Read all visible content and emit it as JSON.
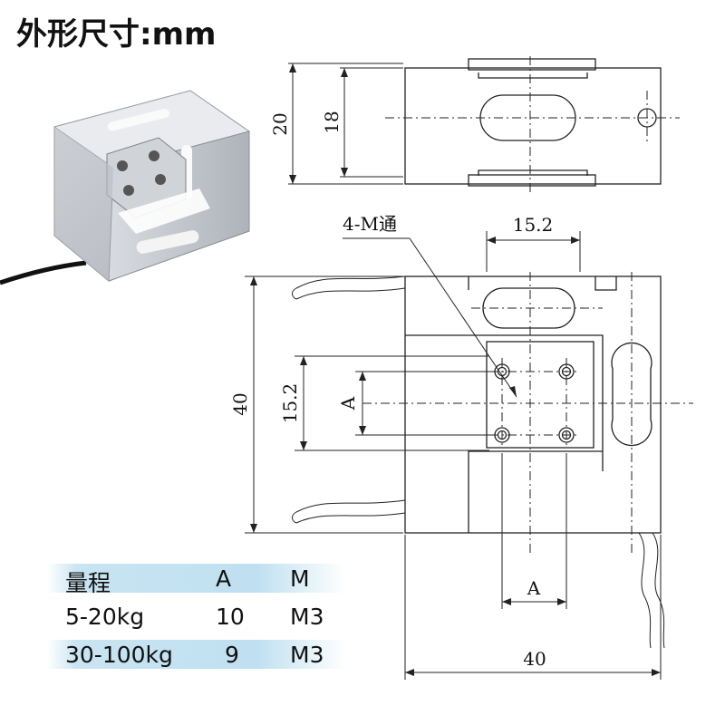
{
  "title": "外形尺寸:mm",
  "photo": {
    "icon": "load-cell-photo-icon"
  },
  "drawing": {
    "top_view": {
      "height_outer": "20",
      "height_inner": "18"
    },
    "front_view": {
      "hole_note": "4-M通",
      "hole_spacing_h": "15.2",
      "hole_spacing_v": "15.2",
      "height_total": "40",
      "width_total": "40",
      "dim_a_vertical": "A",
      "dim_a_horizontal": "A"
    }
  },
  "spec_table": {
    "headers": [
      "量程",
      "A",
      "M"
    ],
    "rows": [
      [
        "5-20kg",
        "10",
        "M3"
      ],
      [
        "30-100kg",
        "9",
        "M3"
      ]
    ]
  }
}
